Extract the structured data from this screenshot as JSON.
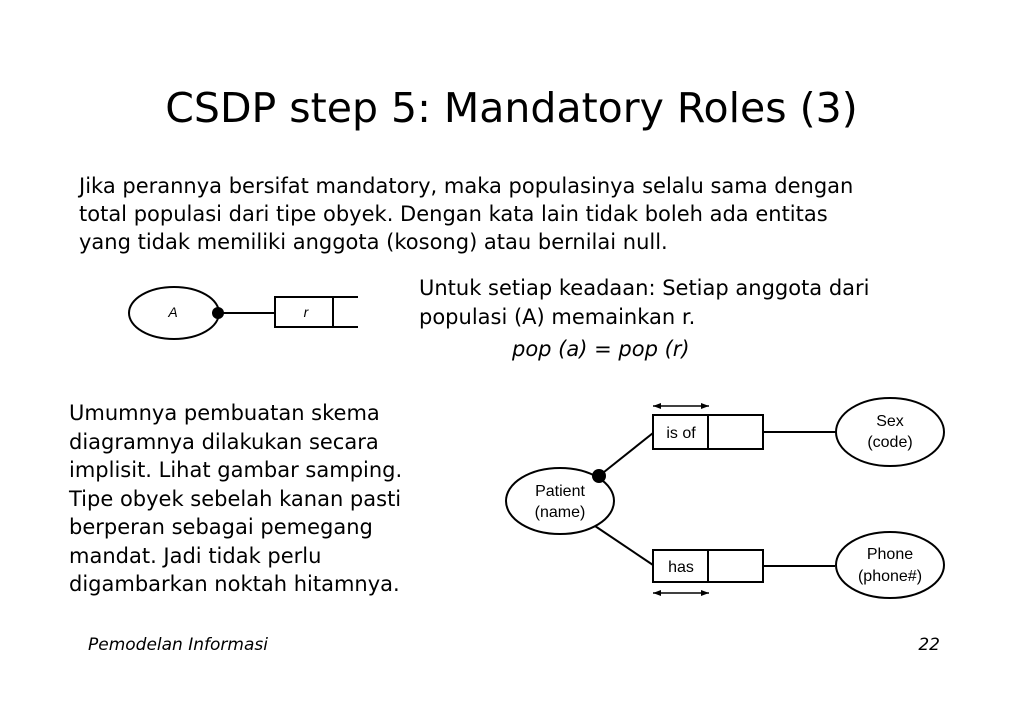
{
  "slide": {
    "title": "CSDP step 5: Mandatory Roles (3)",
    "intro_lines": [
      "Jika perannya bersifat mandatory, maka populasinya selalu sama dengan",
      "total populasi dari tipe obyek. Dengan kata lain tidak boleh ada entitas",
      "yang tidak memiliki anggota (kosong) atau bernilai null."
    ],
    "rule_lines": [
      "Untuk setiap keadaan: Setiap anggota dari",
      "populasi (A) memainkan r."
    ],
    "formula": "pop (a) = pop (r)",
    "implicit_lines": [
      "Umumnya pembuatan skema",
      "diagramnya dilakukan secara",
      "implisit. Lihat gambar samping.",
      "Tipe obyek sebelah kanan pasti",
      "berperan sebagai pemegang",
      "mandat. Jadi tidak perlu",
      "digambarkan noktah hitamnya."
    ]
  },
  "diagram_simple": {
    "entity_label": "A",
    "role_label": "r"
  },
  "diagram_patient": {
    "entity_line1": "Patient",
    "entity_line2": "(name)",
    "role_top": "is of",
    "role_bottom": "has",
    "sex_line1": "Sex",
    "sex_line2": "(code)",
    "phone_line1": "Phone",
    "phone_line2": "(phone#)"
  },
  "footer": {
    "course": "Pemodelan Informasi",
    "page_number": "22"
  }
}
